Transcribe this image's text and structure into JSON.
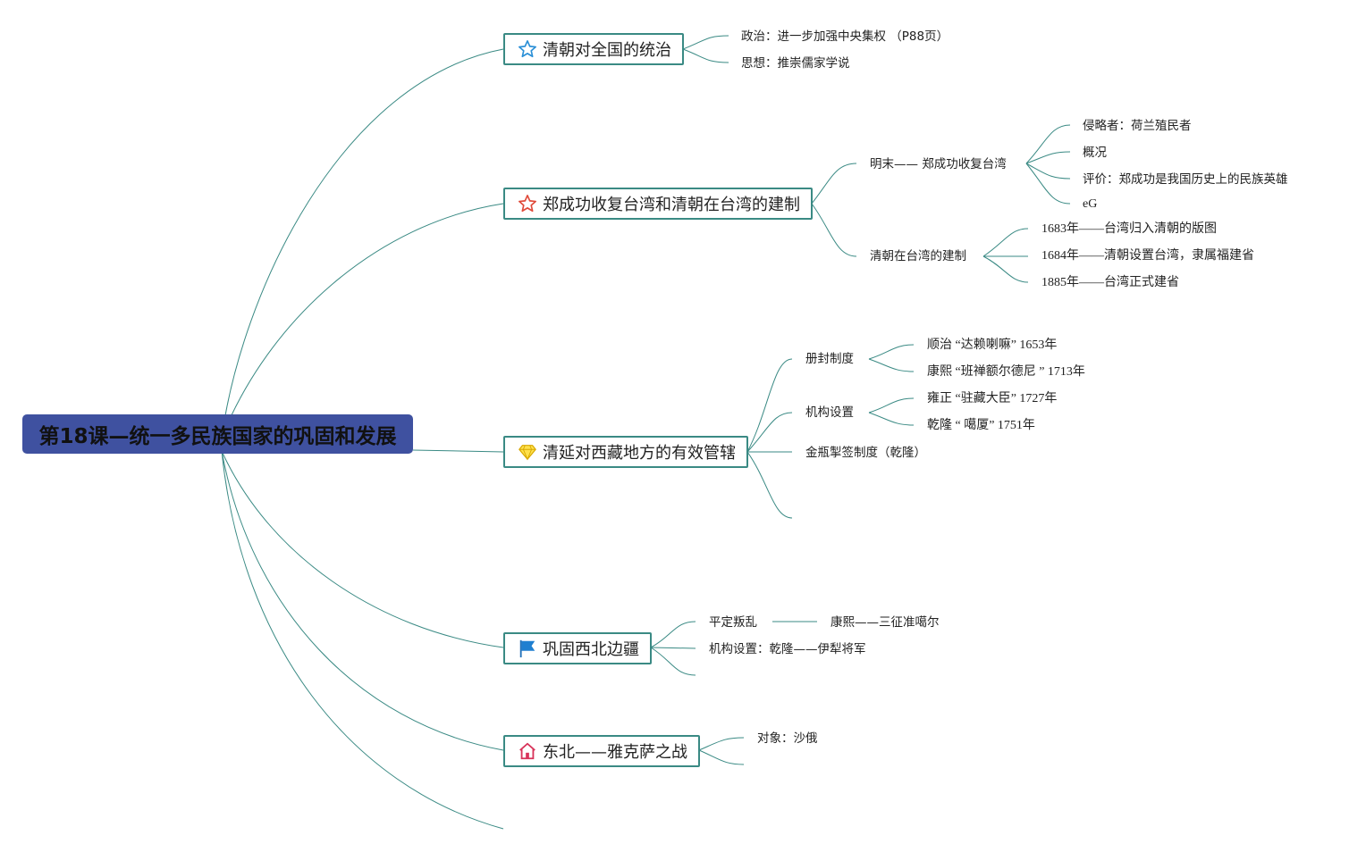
{
  "root": {
    "title": "第18课—统一多民族国家的巩固和发展"
  },
  "branches": [
    {
      "label": "清朝对全国的统治",
      "icon": "star-outline-blue-icon",
      "children": [
        "政治：进一步加强中央集权 （P88页）",
        "思想：推崇儒家学说"
      ]
    },
    {
      "label": "郑成功收复台湾和清朝在台湾的建制",
      "icon": "star-outline-red-icon",
      "children": [
        {
          "label": "明末—— 郑成功收复台湾",
          "children": [
            "侵略者：荷兰殖民者",
            "概况",
            "评价：郑成功是我国历史上的民族英雄",
            "eG"
          ]
        },
        {
          "label": "清朝在台湾的建制",
          "children": [
            "1683年——台湾归入清朝的版图",
            "1684年——清朝设置台湾，隶属福建省",
            "1885年——台湾正式建省"
          ]
        }
      ]
    },
    {
      "label": "清延对西藏地方的有效管辖",
      "icon": "diamond-icon",
      "children": [
        {
          "label": "册封制度",
          "children": [
            "顺治 “达赖喇嘛” 1653年",
            "康熙 “班禅额尔德尼 ” 1713年"
          ]
        },
        {
          "label": "机构设置",
          "children": [
            "雍正 “驻藏大臣” 1727年",
            "乾隆 “ 噶厦” 1751年"
          ]
        },
        {
          "label": "金瓶掣签制度（乾隆）",
          "children": []
        }
      ]
    },
    {
      "label": "巩固西北边疆",
      "icon": "flag-icon",
      "children": [
        {
          "label": "平定叛乱",
          "children": [
            "康熙——三征准噶尔"
          ]
        },
        {
          "label": "机构设置：乾隆——伊犁将军",
          "children": []
        }
      ]
    },
    {
      "label": "东北——雅克萨之战",
      "icon": "house-icon",
      "children": [
        "对象：沙俄"
      ]
    }
  ],
  "colors": {
    "root_fill": "#3f51a0",
    "link": "#3a8a84",
    "topic_border": "#3a8a84"
  }
}
